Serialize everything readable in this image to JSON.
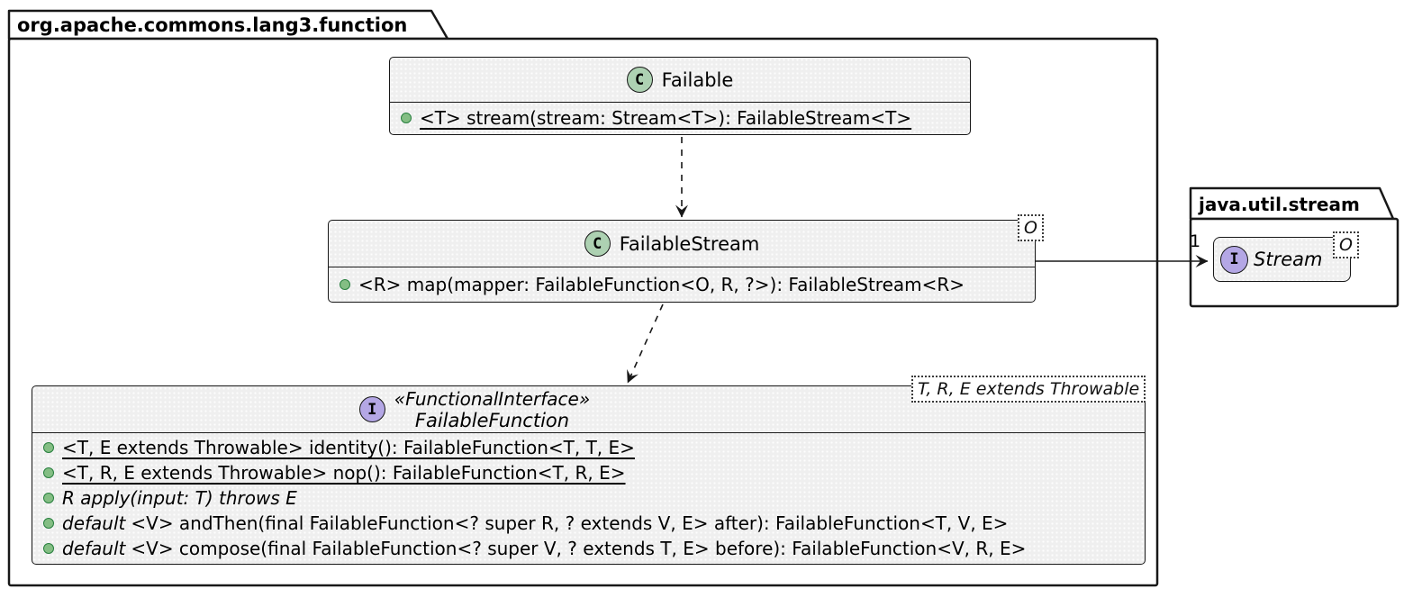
{
  "diagram_type": "uml-class-diagram",
  "colors": {
    "class_circle": "#ADD1B2",
    "interface_circle": "#B4A7E5",
    "method_bullet": "#84BE84",
    "box_fill": "#efefef",
    "border": "#181818"
  },
  "packages": [
    {
      "name": "org.apache.commons.lang3.function",
      "classes": [
        {
          "kind": "class",
          "kind_letter": "C",
          "name": "Failable",
          "members": [
            {
              "text": "<T> stream(stream: Stream<T>): FailableStream<T>"
            }
          ]
        },
        {
          "kind": "class",
          "kind_letter": "C",
          "name": "FailableStream",
          "generic": "O",
          "members": [
            {
              "text": "<R> map(mapper: FailableFunction<O, R, ?>): FailableStream<R>"
            }
          ]
        },
        {
          "kind": "interface",
          "kind_letter": "I",
          "stereotype": "«FunctionalInterface»",
          "name": "FailableFunction",
          "generic": "T, R, E extends Throwable",
          "members": [
            {
              "text": "<T, E extends Throwable> identity(): FailableFunction<T, T, E>"
            },
            {
              "text": "<T, R, E extends Throwable> nop(): FailableFunction<T, R, E>"
            },
            {
              "text": "R apply(input: T) throws E"
            },
            {
              "keyword": "default",
              "text": "<V> andThen(final FailableFunction<? super R, ? extends V, E> after): FailableFunction<T, V, E>"
            },
            {
              "keyword": "default",
              "text": "<V> compose(final FailableFunction<? super V, ? extends T, E> before): FailableFunction<V, R, E>"
            }
          ]
        }
      ]
    },
    {
      "name": "java.util.stream",
      "classes": [
        {
          "kind": "interface",
          "kind_letter": "I",
          "name": "Stream",
          "generic": "O",
          "members": []
        }
      ]
    }
  ],
  "edges": [
    {
      "from": "Failable",
      "to": "FailableStream",
      "style": "dashed"
    },
    {
      "from": "FailableStream",
      "to": "FailableFunction",
      "style": "dashed"
    },
    {
      "from": "FailableStream",
      "to": "Stream",
      "style": "solid",
      "label": "1"
    }
  ]
}
